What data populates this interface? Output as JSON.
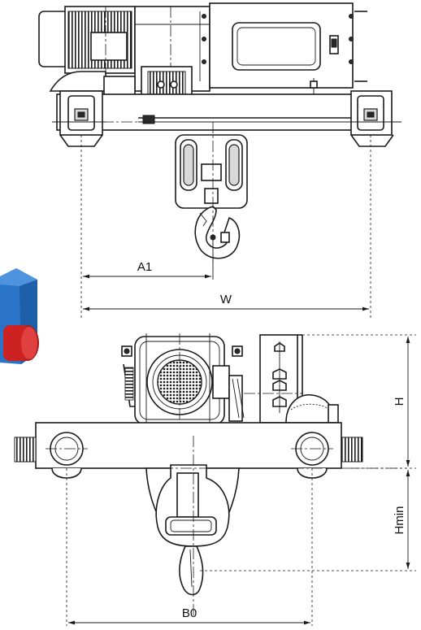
{
  "dimensions": {
    "a1": "A1",
    "w": "W",
    "h": "H",
    "hmin": "Hmin",
    "b0": "B0"
  },
  "colors": {
    "line": "#1a1a1a",
    "motor_blue": "#2a74c8",
    "motor_red": "#cc2222"
  }
}
